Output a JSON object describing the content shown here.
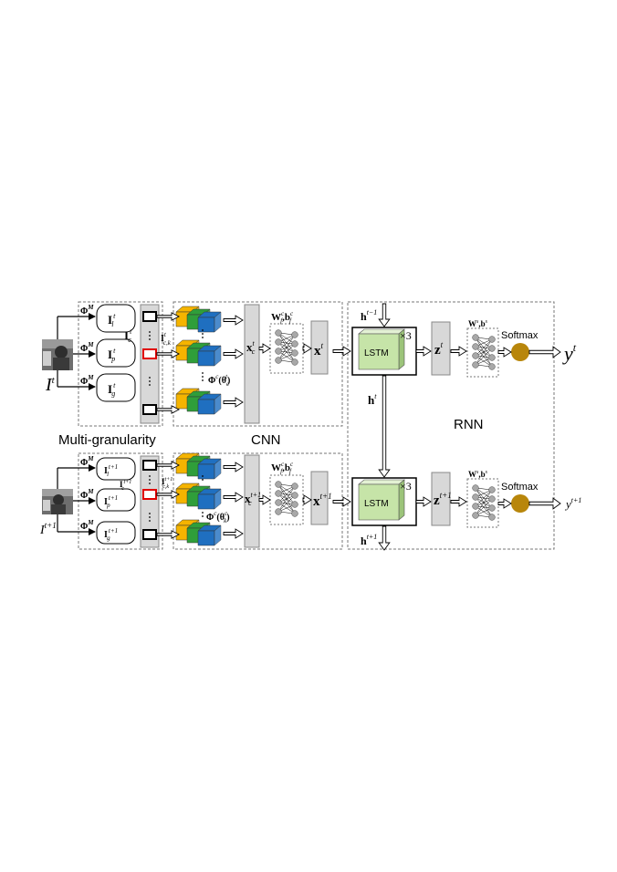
{
  "labels": {
    "multi_granularity": "Multi-granularity",
    "cnn": "CNN",
    "rnn": "RNN",
    "lstm": "LSTM",
    "times3": "×3",
    "softmax": "Softmax"
  },
  "rows": [
    {
      "input": {
        "base": "I",
        "sup": "t"
      },
      "phi": {
        "base": "Φ",
        "sup": "M"
      },
      "crops": [
        {
          "base": "I",
          "sup": "t",
          "sub": "l"
        },
        {
          "base": "I",
          "sup": "t",
          "sub": "p"
        },
        {
          "base": "I",
          "sup": "t",
          "sub": "g"
        }
      ],
      "crop_set": {
        "base": "I",
        "sup": "t",
        "sub": "c"
      },
      "crop_k": {
        "base": "I",
        "sup": "t",
        "sub": "c,k"
      },
      "cnn_fn": {
        "text": "Φ",
        "sup": "c",
        "arg": "(θ",
        "arg_sub": "c",
        "arg_sup2": "t",
        "close": ")"
      },
      "feature": {
        "base": "x",
        "sup": "t",
        "sub": "c"
      },
      "fc_params": {
        "w": "W",
        "w_sup": "c",
        "w_sub": "f",
        "b": "b",
        "b_sup": "c",
        "b_sub": "f"
      },
      "fused": {
        "base": "x",
        "sup": "t"
      },
      "hidden_in": {
        "base": "h",
        "sup": "t−1"
      },
      "z": {
        "base": "z",
        "sup": "t"
      },
      "rnn_params": {
        "w": "W",
        "w_sup": "s",
        "b": "b",
        "b_sup": "s"
      },
      "output": {
        "base": "y",
        "sup": "t"
      }
    },
    {
      "input": {
        "base": "I",
        "sup": "t+1"
      },
      "phi": {
        "base": "Φ",
        "sup": "M"
      },
      "crops": [
        {
          "base": "I",
          "sup": "t+1",
          "sub": "l"
        },
        {
          "base": "I",
          "sup": "t+1",
          "sub": "p"
        },
        {
          "base": "I",
          "sup": "t+1",
          "sub": "g"
        }
      ],
      "crop_set": {
        "base": "I",
        "sup": "t+1",
        "sub": "c"
      },
      "crop_k": {
        "base": "I",
        "sup": "t+1",
        "sub": "c,k"
      },
      "cnn_fn": {
        "text": "Φ",
        "sup": "c",
        "arg": "(θ",
        "arg_sub": "k",
        "arg_sup2": "c",
        "close": ")"
      },
      "feature": {
        "base": "x",
        "sup": "t+1",
        "sub": "c"
      },
      "fc_params": {
        "w": "W",
        "w_sup": "c",
        "w_sub": "f",
        "b": "b",
        "b_sup": "c",
        "b_sub": "f"
      },
      "fused": {
        "base": "x",
        "sup": "t+1"
      },
      "hidden_mid": {
        "base": "h",
        "sup": "t"
      },
      "hidden_out": {
        "base": "h",
        "sup": "t+1"
      },
      "z": {
        "base": "z",
        "sup": "t+1"
      },
      "rnn_params": {
        "w": "W",
        "w_sup": "s",
        "b": "b",
        "b_sup": "s"
      },
      "output": {
        "base": "y",
        "sup": "t+1"
      }
    }
  ],
  "colors": {
    "cnn_layers": [
      "#f5b400",
      "#2f9e3a",
      "#1f6fc0"
    ],
    "lstm_face": "#c6e4a8",
    "lstm_side": "#9cc47a",
    "feature_bar": "#d8d8d8",
    "crop_highlight": "#e00000",
    "softmax_node": "#b8860b",
    "node": "#a8a8a8"
  }
}
